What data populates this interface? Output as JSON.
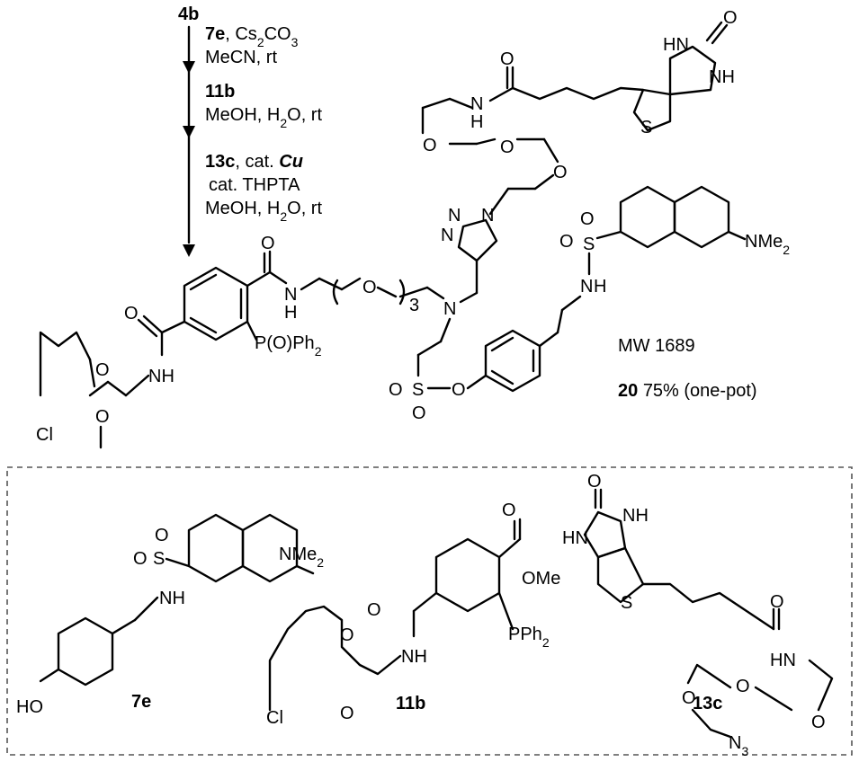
{
  "scheme": {
    "start_compound": "4b",
    "steps": [
      {
        "reagent": "7e",
        "conditions": [
          ", Cs",
          "2",
          "CO",
          "3"
        ],
        "solvent": "MeCN, rt"
      },
      {
        "reagent": "11b",
        "conditions": [],
        "solvent": "MeOH, H2O, rt"
      },
      {
        "reagent": "13c",
        "prefix_text": ", cat. ",
        "catalyst": "Cu",
        "cat2": "cat. THPTA",
        "solvent": "MeOH, H2O, rt"
      }
    ],
    "product": {
      "label": "20",
      "yield_text": "75% (one-pot)",
      "mw_text": "MW 1689"
    }
  },
  "atoms": {
    "O": "O",
    "N": "N",
    "NH": "NH",
    "HN": "HN",
    "S": "S",
    "Cl": "Cl",
    "OMe": "OMe",
    "HO": "HO",
    "NMe": "NMe",
    "sub2": "2",
    "sub3": "3",
    "N3": "N",
    "Pph": "PPh",
    "POPh": "P(O)Ph"
  },
  "reagents_box": {
    "items": [
      {
        "label": "7e"
      },
      {
        "label": "11b"
      },
      {
        "label": "13c"
      }
    ]
  }
}
